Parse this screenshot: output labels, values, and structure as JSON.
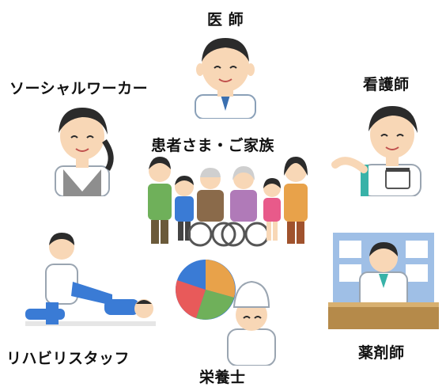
{
  "roles": {
    "doctor": "医 師",
    "social_worker": "ソーシャルワーカー",
    "nurse": "看護師",
    "patient_family": "患者さま・ご家族",
    "rehab_staff": "リハビリスタッフ",
    "pharmacist": "薬剤師",
    "dietitian": "栄養士"
  },
  "colors": {
    "skin": "#f8d7b6",
    "hair": "#2b2b2b",
    "white_coat": "#ffffff",
    "teal": "#38b2a8",
    "blue": "#3a7bd5",
    "grey_vest": "#8e8e8e",
    "shelf_blue": "#9fbfe6",
    "counter_brown": "#b58a4a"
  },
  "icons": [
    "doctor-illustration",
    "social-worker-illustration",
    "nurse-illustration",
    "family-group-illustration",
    "rehab-illustration",
    "pharmacist-illustration",
    "dietitian-illustration"
  ]
}
